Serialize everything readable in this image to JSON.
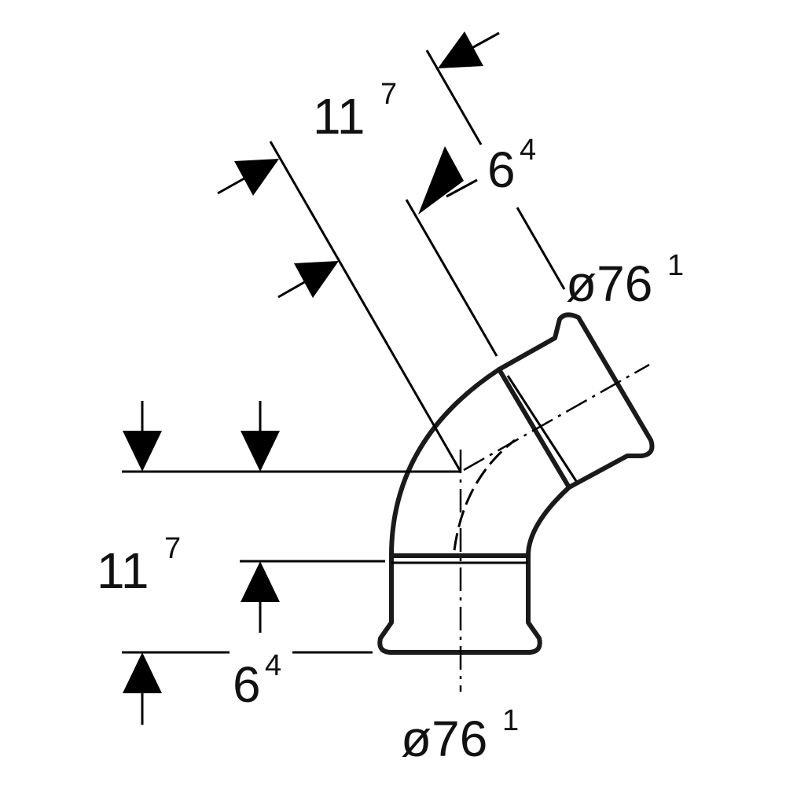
{
  "dimensions": {
    "lower_length": {
      "base": "11",
      "sup": "7"
    },
    "lower_socket": {
      "base": "6",
      "sup": "4"
    },
    "lower_diameter": {
      "base": "ø76",
      "sup": "1"
    },
    "upper_length": {
      "base": "11",
      "sup": "7"
    },
    "upper_socket": {
      "base": "6",
      "sup": "4"
    },
    "upper_diameter": {
      "base": "ø76",
      "sup": "1"
    }
  },
  "colors": {
    "ink": "#000000",
    "background": "#ffffff"
  }
}
